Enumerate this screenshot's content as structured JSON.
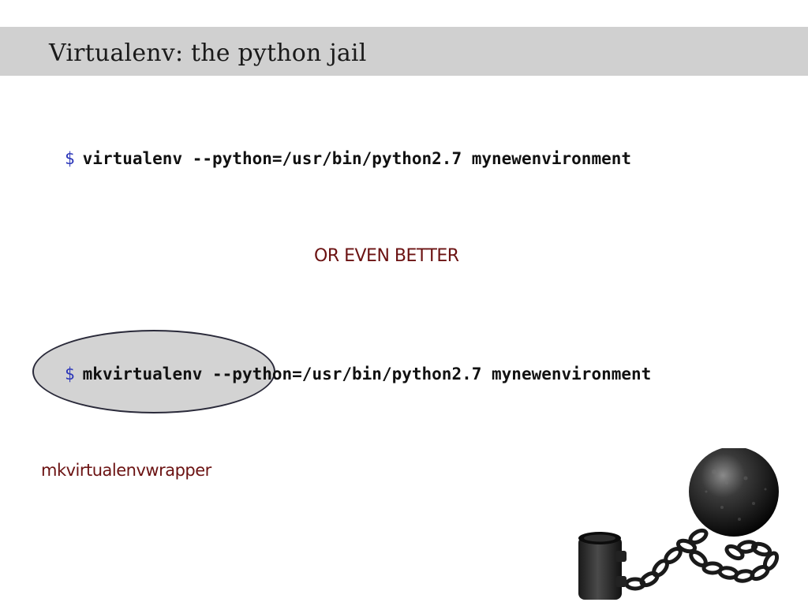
{
  "slide": {
    "title": "Virtualenv: the python jail",
    "command1": {
      "prompt": "$",
      "text": "virtualenv --python=/usr/bin/python2.7 mynewenvironment"
    },
    "separator": "OR EVEN BETTER",
    "command2": {
      "prompt": "$",
      "text": "mkvirtualenv --python=/usr/bin/python2.7 mynewenvironment"
    },
    "wrapper_label": "mkvirtualenvwrapper",
    "image": {
      "icon": "ball-and-chain-icon"
    }
  },
  "colors": {
    "title_bar": "#d0d0d0",
    "prompt": "#2a35b8",
    "accent_text": "#6b1212",
    "highlight": "#d3d3d3"
  }
}
